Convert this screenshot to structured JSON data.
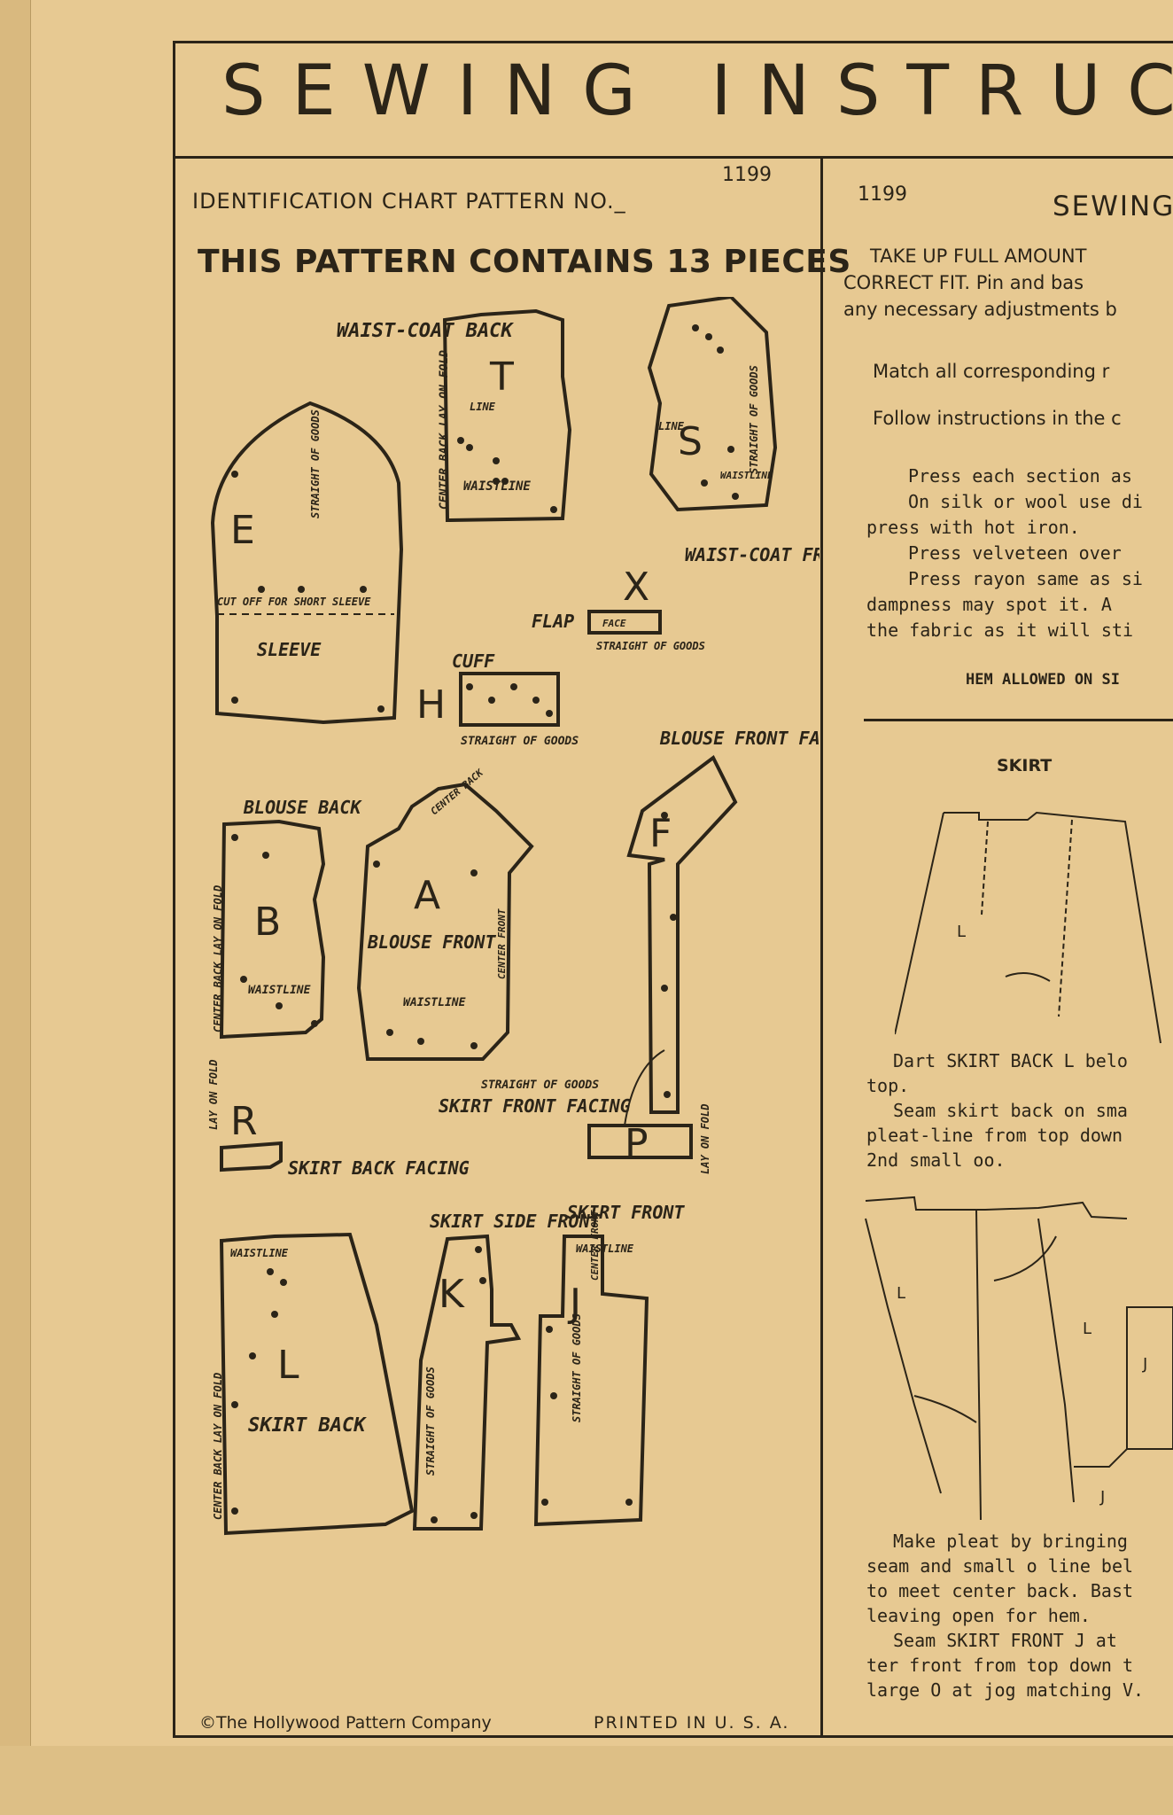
{
  "header": {
    "title": "SEWING INSTRUC"
  },
  "left": {
    "id_chart_label": "IDENTIFICATION CHART PATTERN NO._",
    "pattern_no_hand": "1199",
    "contains_heading": "THIS PATTERN CONTAINS 13 PIECES",
    "pieces": [
      {
        "letter": "T",
        "name": "WAIST-COAT BACK",
        "notes": [
          "CENTER BACK LAY ON FOLD",
          "LINE",
          "WAISTLINE"
        ]
      },
      {
        "letter": "S",
        "name": "WAIST-COAT FRONT",
        "notes": [
          "LINE",
          "STRAIGHT OF GOODS",
          "WAISTLINE"
        ]
      },
      {
        "letter": "E",
        "name": "SLEEVE",
        "notes": [
          "STRAIGHT OF GOODS",
          "CUT OFF FOR SHORT SLEEVE"
        ]
      },
      {
        "letter": "X",
        "name": "FLAP",
        "notes": [
          "FACE",
          "STRAIGHT OF GOODS"
        ]
      },
      {
        "letter": "H",
        "name": "CUFF",
        "notes": [
          "STRAIGHT OF GOODS"
        ]
      },
      {
        "letter": "F",
        "name": "BLOUSE FRONT FACING",
        "notes": []
      },
      {
        "letter": "B",
        "name": "BLOUSE BACK",
        "notes": [
          "CENTER BACK LAY ON FOLD",
          "WAISTLINE"
        ]
      },
      {
        "letter": "A",
        "name": "BLOUSE FRONT",
        "notes": [
          "CENTER BACK",
          "WAISTLINE",
          "CENTER FRONT",
          "STRAIGHT OF GOODS"
        ]
      },
      {
        "letter": "R",
        "name": "SKIRT BACK FACING",
        "notes": [
          "LAY ON FOLD"
        ]
      },
      {
        "letter": "P",
        "name": "SKIRT FRONT FACING",
        "notes": [
          "LAY ON FOLD"
        ]
      },
      {
        "letter": "L",
        "name": "SKIRT BACK",
        "notes": [
          "CENTER BACK LAY ON FOLD",
          "WAISTLINE"
        ]
      },
      {
        "letter": "K",
        "name": "SKIRT SIDE FRONT",
        "notes": [
          "STRAIGHT OF GOODS"
        ]
      },
      {
        "letter": "J",
        "name": "SKIRT FRONT",
        "notes": [
          "WAISTLINE",
          "CENTER FRONT",
          "STRAIGHT OF GOODS"
        ]
      }
    ],
    "copyright": "©The Hollywood Pattern Company",
    "printed": "PRINTED IN U. S. A."
  },
  "right": {
    "num": "1199",
    "heading": "SEWING",
    "intro_lines": [
      "TAKE UP FULL AMOUNT",
      "CORRECT FIT. Pin and bas",
      "any necessary adjustments b"
    ],
    "match_line": "Match all corresponding r",
    "follow_line": "Follow instructions in the c",
    "press_lines": [
      "Press each section as",
      "On silk or wool use di",
      "press with hot iron.",
      "Press velveteen over",
      "Press rayon same as si",
      "dampness may spot it.  A",
      "the fabric as it will sti"
    ],
    "hem_line": "HEM ALLOWED ON SI",
    "skirt_heading": "SKIRT",
    "dart_lines": [
      "Dart SKIRT BACK L belo",
      "top.",
      "Seam skirt back on sma",
      "pleat-line from top down",
      "2nd small oo."
    ],
    "pleat_lines": [
      "Make pleat by bringing",
      "seam and small o line bel",
      "to meet center back. Bast",
      "leaving open for hem.",
      "Seam SKIRT FRONT J at",
      "ter front from top down t",
      "large O at jog matching V."
    ],
    "fig_labels": {
      "fig1": "L",
      "fig2_l1": "L",
      "fig2_l2": "L",
      "fig2_j1": "J",
      "fig2_j2": "J"
    }
  }
}
